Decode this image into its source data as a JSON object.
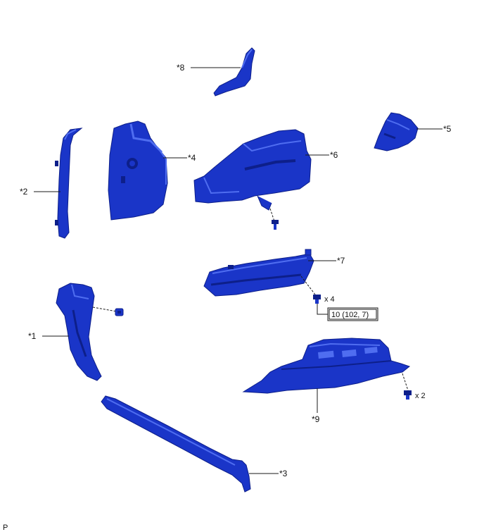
{
  "colors": {
    "part_fill": "#1a35c8",
    "part_dark": "#0d1f8a",
    "part_light": "#4f6df0",
    "line": "#1a1a1a"
  },
  "callouts": {
    "c1": "*1",
    "c2": "*2",
    "c3": "*3",
    "c4": "*4",
    "c5": "*5",
    "c6": "*6",
    "c7": "*7",
    "c8": "*8",
    "c9": "*9"
  },
  "fasteners": {
    "qty_7": "x 4",
    "qty_9": "x 2",
    "torque_spec": "10 (102, 7)"
  },
  "footer": {
    "code": "P"
  }
}
